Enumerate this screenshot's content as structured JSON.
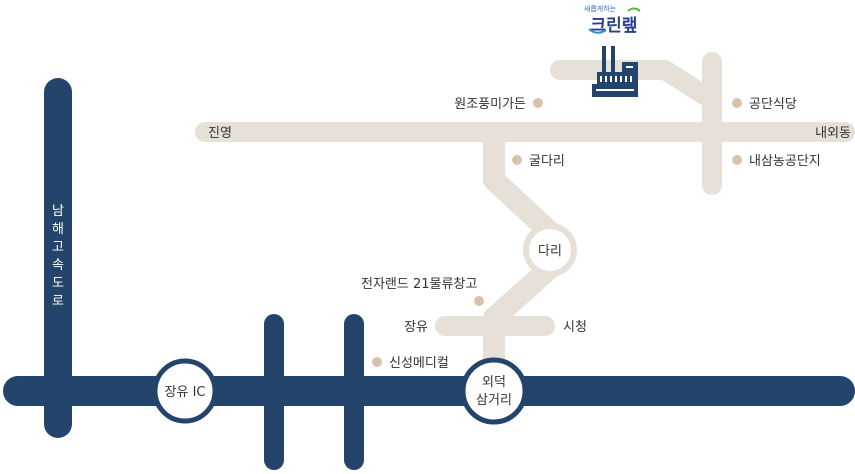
{
  "logo": {
    "tagline": "새롭게하는",
    "name": "크린랲"
  },
  "highways": {
    "vertical": "남해고속도로"
  },
  "junctions": {
    "jangyu_ic": "장유 IC",
    "oedeok_line1": "외덕",
    "oedeok_line2": "삼거리",
    "dari": "다리"
  },
  "places": {
    "jinyeong": "진영",
    "naeoedong": "내외동",
    "jangyu": "장유",
    "sicheong": "시청"
  },
  "landmarks": {
    "wonjo": "원조풍미가든",
    "gongdan": "공단식당",
    "guldari": "굴다리",
    "naesam": "내삼농공단지",
    "electroland": "전자랜드 21물류창고",
    "sinseong": "신성메디컬"
  },
  "colors": {
    "navy": "#23456c",
    "beige": "#e6e0d8",
    "dot": "#d5c4ab"
  }
}
